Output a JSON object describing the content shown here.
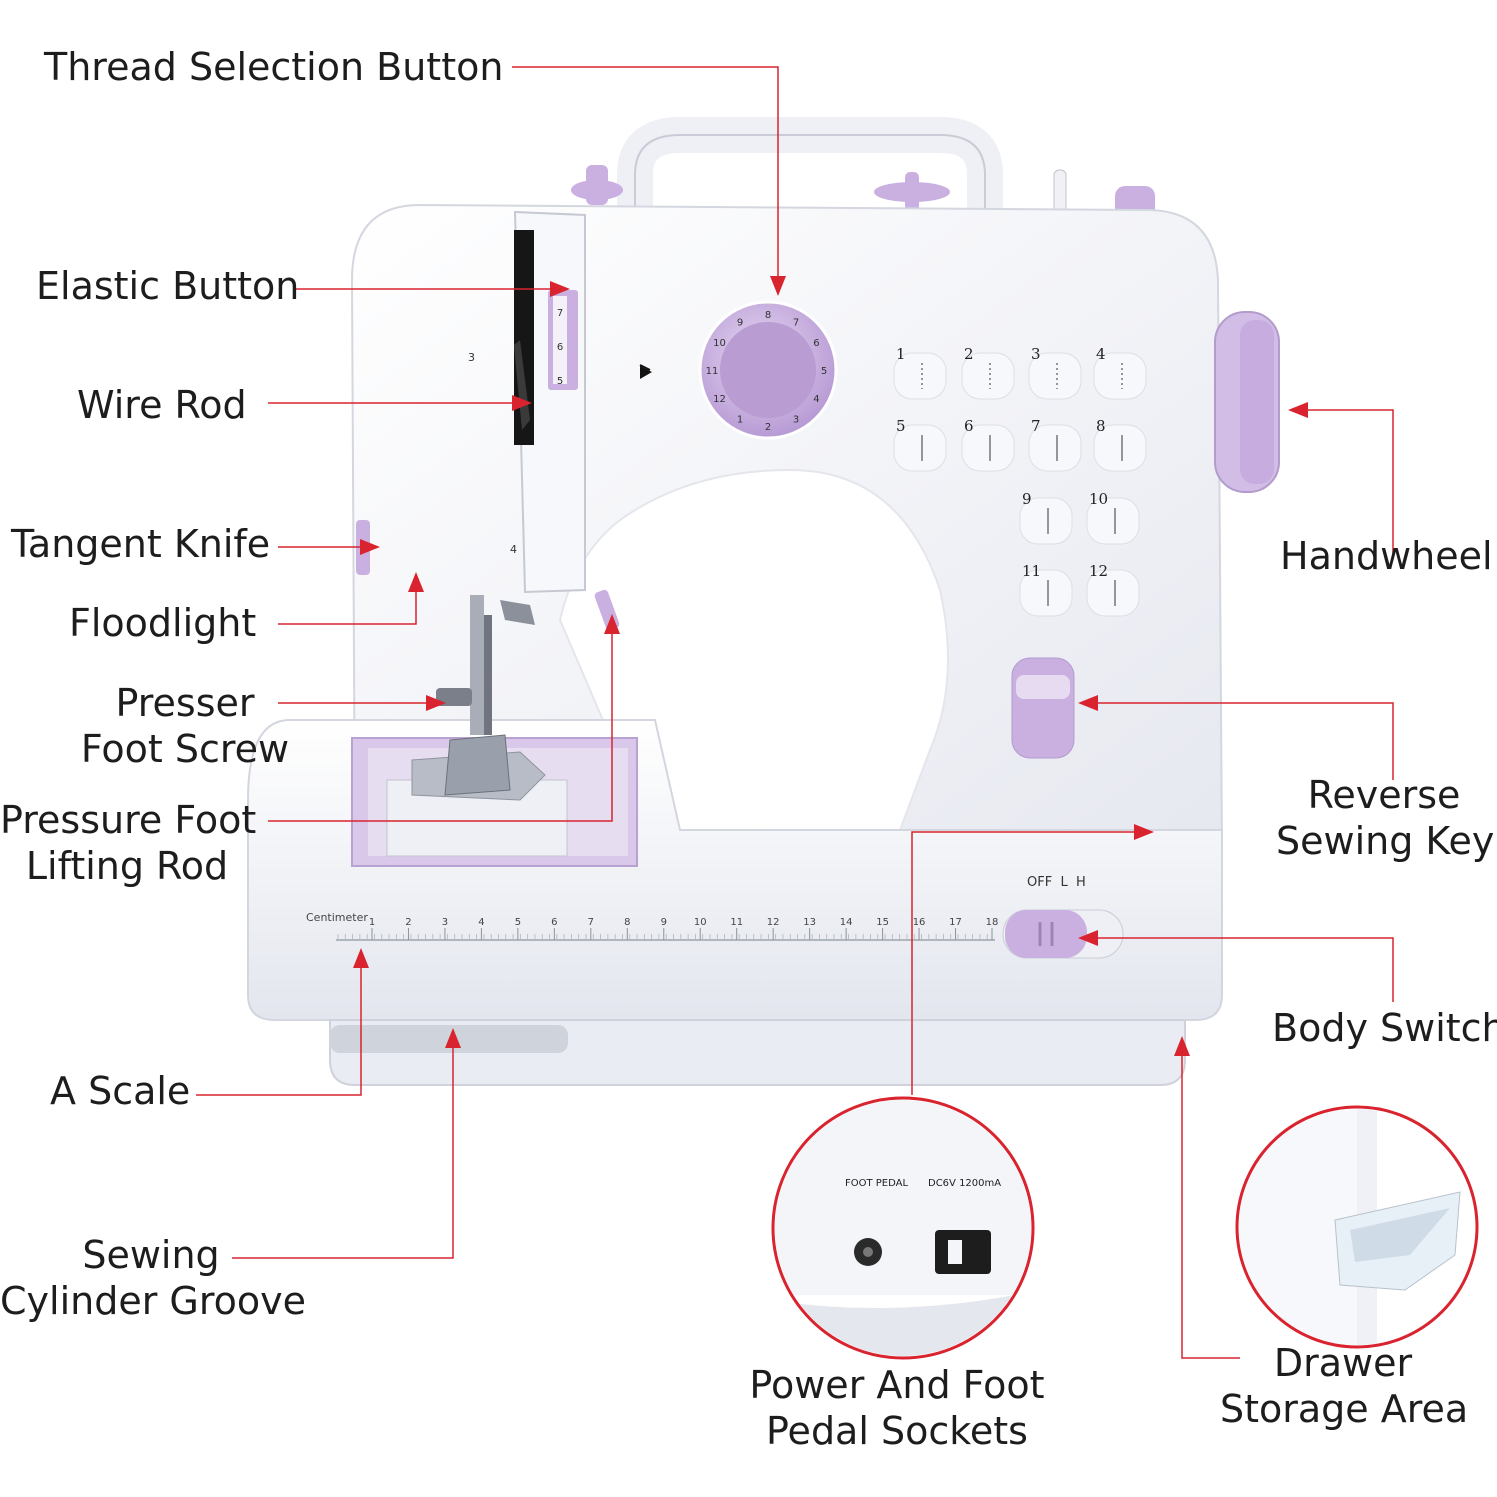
{
  "labels": {
    "thread_selection_button": "Thread Selection Button",
    "elastic_button": "Elastic Button",
    "wire_rod": "Wire Rod",
    "tangent_knife": "Tangent Knife",
    "floodlight": "Floodlight",
    "presser_foot_screw_1": "Presser",
    "presser_foot_screw_2": "Foot Screw",
    "pressure_foot_lifting_rod_1": "Pressure Foot",
    "pressure_foot_lifting_rod_2": "Lifting Rod",
    "a_scale": "A Scale",
    "sewing_cylinder_groove_1": "Sewing",
    "sewing_cylinder_groove_2": "Cylinder Groove",
    "handwheel": "Handwheel",
    "reverse_sewing_key_1": "Reverse",
    "reverse_sewing_key_2": "Sewing Key",
    "body_switch": "Body Switch",
    "power_sockets_1": "Power And Foot",
    "power_sockets_2": "Pedal Sockets",
    "drawer_storage_1": "Drawer",
    "drawer_storage_2": "Storage Area"
  },
  "machine": {
    "ruler_label": "Centimeter",
    "ruler_numbers": [
      "1",
      "2",
      "3",
      "4",
      "5",
      "6",
      "7",
      "8",
      "9",
      "10",
      "11",
      "12",
      "13",
      "14",
      "15",
      "16",
      "17",
      "18"
    ],
    "switch_text": "OFF  L  H",
    "stitch_numbers": [
      "1",
      "2",
      "3",
      "4",
      "5",
      "6",
      "7",
      "8",
      "9",
      "10",
      "11",
      "12"
    ],
    "dial_numbers": [
      "8",
      "7",
      "6",
      "5",
      "4",
      "3",
      "2",
      "1",
      "12",
      "11",
      "10",
      "9"
    ],
    "tension_numbers": [
      "7",
      "6",
      "5"
    ],
    "side_number_3": "3",
    "side_number_4": "4",
    "foot_pedal_label": "FOOT PEDAL",
    "power_rating_label": "DC6V 1200mA"
  },
  "colors": {
    "accent_lilac": "#c9b0e0",
    "callout_red": "#d9232e",
    "body_white": "#f4f5f9"
  }
}
